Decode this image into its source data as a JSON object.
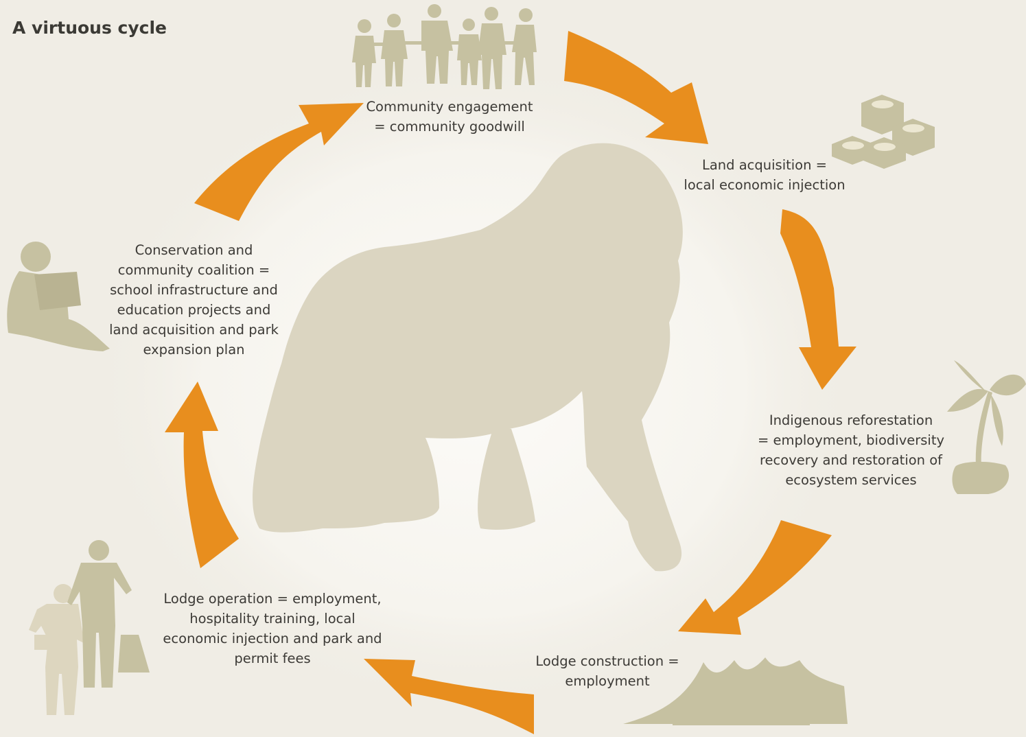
{
  "title": "A virtuous cycle",
  "colors": {
    "background": "#f0ede5",
    "arrow": "#e88e1e",
    "silhouette": "#c6c1a1",
    "gorilla": "#dbd5c1"
  },
  "center_icon": "gorilla-silhouette",
  "steps": [
    {
      "icon": "people-holding-hands-icon",
      "lines": [
        "Community engagement",
        "= community goodwill"
      ]
    },
    {
      "icon": "money-stacks-icon",
      "lines": [
        "Land acquisition =",
        "local economic injection"
      ]
    },
    {
      "icon": "seedling-tree-icon",
      "lines": [
        "Indigenous reforestation",
        "= employment, biodiversity",
        "recovery and restoration of",
        "ecosystem services"
      ]
    },
    {
      "icon": "tent-lodge-icon",
      "lines": [
        "Lodge construction =",
        "employment"
      ]
    },
    {
      "icon": "lodge-staff-icon",
      "lines": [
        "Lodge operation = employment,",
        "hospitality training, local",
        "economic injection and park and",
        "permit fees"
      ]
    },
    {
      "icon": "child-reading-icon",
      "lines": [
        "Conservation and",
        "community coalition =",
        "school infrastructure and",
        "education projects and",
        "land acquisition and park",
        "expansion plan"
      ]
    }
  ]
}
